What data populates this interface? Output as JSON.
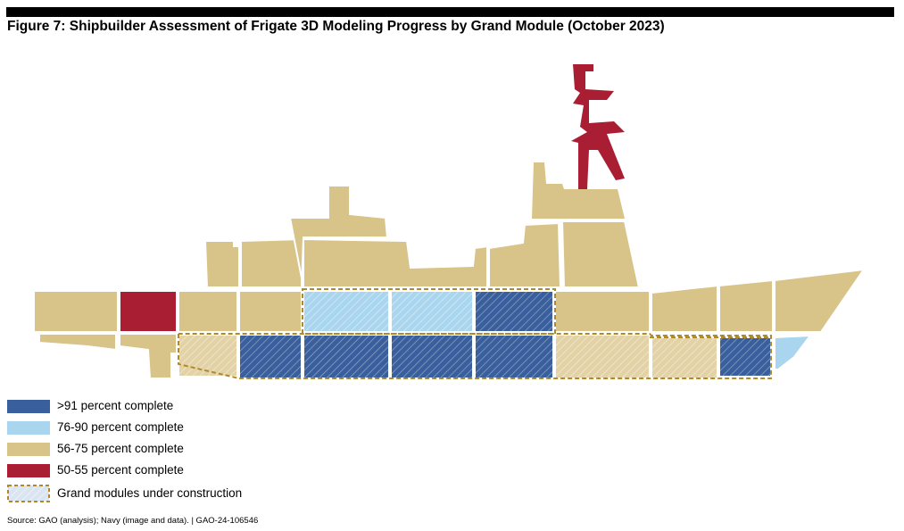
{
  "figure": {
    "title": "Figure 7: Shipbuilder Assessment of Frigate 3D Modeling Progress by Grand Module (October 2023)",
    "source": "Source: GAO (analysis); Navy (image and data).  |  GAO-24-106546"
  },
  "colors": {
    "gt91": "#3a5f9d",
    "r76_90": "#a9d6ee",
    "r56_75": "#d8c389",
    "r50_55": "#a91e32",
    "construction_border": "#b08a2a"
  },
  "legend": [
    {
      "key": "gt91",
      "label": ">91 percent complete"
    },
    {
      "key": "r76_90",
      "label": "76-90 percent complete"
    },
    {
      "key": "r56_75",
      "label": "56-75 percent complete"
    },
    {
      "key": "r50_55",
      "label": "50-55 percent complete"
    },
    {
      "key": "construction",
      "label": "Grand modules under construction"
    }
  ],
  "modules": [
    {
      "id": "mast",
      "status": "r50_55",
      "under_construction": false
    },
    {
      "id": "funnel",
      "status": "r56_75",
      "under_construction": false
    },
    {
      "id": "upper-aft-1",
      "status": "r56_75",
      "under_construction": false
    },
    {
      "id": "upper-aft-2",
      "status": "r56_75",
      "under_construction": false
    },
    {
      "id": "upper-mid-1",
      "status": "r56_75",
      "under_construction": false
    },
    {
      "id": "upper-mid-2",
      "status": "r56_75",
      "under_construction": false
    },
    {
      "id": "upper-mid-3",
      "status": "r56_75",
      "under_construction": false
    },
    {
      "id": "upper-fwd-1",
      "status": "r56_75",
      "under_construction": false
    },
    {
      "id": "upper-fwd-2",
      "status": "r56_75",
      "under_construction": false
    },
    {
      "id": "main-1",
      "status": "r56_75",
      "under_construction": false
    },
    {
      "id": "main-2",
      "status": "r50_55",
      "under_construction": false
    },
    {
      "id": "main-3",
      "status": "r56_75",
      "under_construction": false
    },
    {
      "id": "main-4",
      "status": "r56_75",
      "under_construction": false
    },
    {
      "id": "main-5",
      "status": "r76_90",
      "under_construction": true
    },
    {
      "id": "main-6",
      "status": "r76_90",
      "under_construction": true
    },
    {
      "id": "main-7",
      "status": "gt91",
      "under_construction": true
    },
    {
      "id": "main-8",
      "status": "r56_75",
      "under_construction": false
    },
    {
      "id": "main-9",
      "status": "r56_75",
      "under_construction": false
    },
    {
      "id": "main-10",
      "status": "r56_75",
      "under_construction": false
    },
    {
      "id": "main-bow",
      "status": "r56_75",
      "under_construction": false
    },
    {
      "id": "lower-1",
      "status": "r56_75",
      "under_construction": false
    },
    {
      "id": "lower-2",
      "status": "r56_75",
      "under_construction": false
    },
    {
      "id": "lower-3",
      "status": "r56_75",
      "under_construction": true
    },
    {
      "id": "lower-4",
      "status": "gt91",
      "under_construction": true
    },
    {
      "id": "lower-5",
      "status": "gt91",
      "under_construction": true
    },
    {
      "id": "lower-6",
      "status": "gt91",
      "under_construction": true
    },
    {
      "id": "lower-7",
      "status": "gt91",
      "under_construction": true
    },
    {
      "id": "lower-8",
      "status": "r56_75",
      "under_construction": true
    },
    {
      "id": "lower-9",
      "status": "r56_75",
      "under_construction": true
    },
    {
      "id": "lower-10",
      "status": "gt91",
      "under_construction": true
    },
    {
      "id": "lower-bow",
      "status": "r76_90",
      "under_construction": false
    }
  ]
}
